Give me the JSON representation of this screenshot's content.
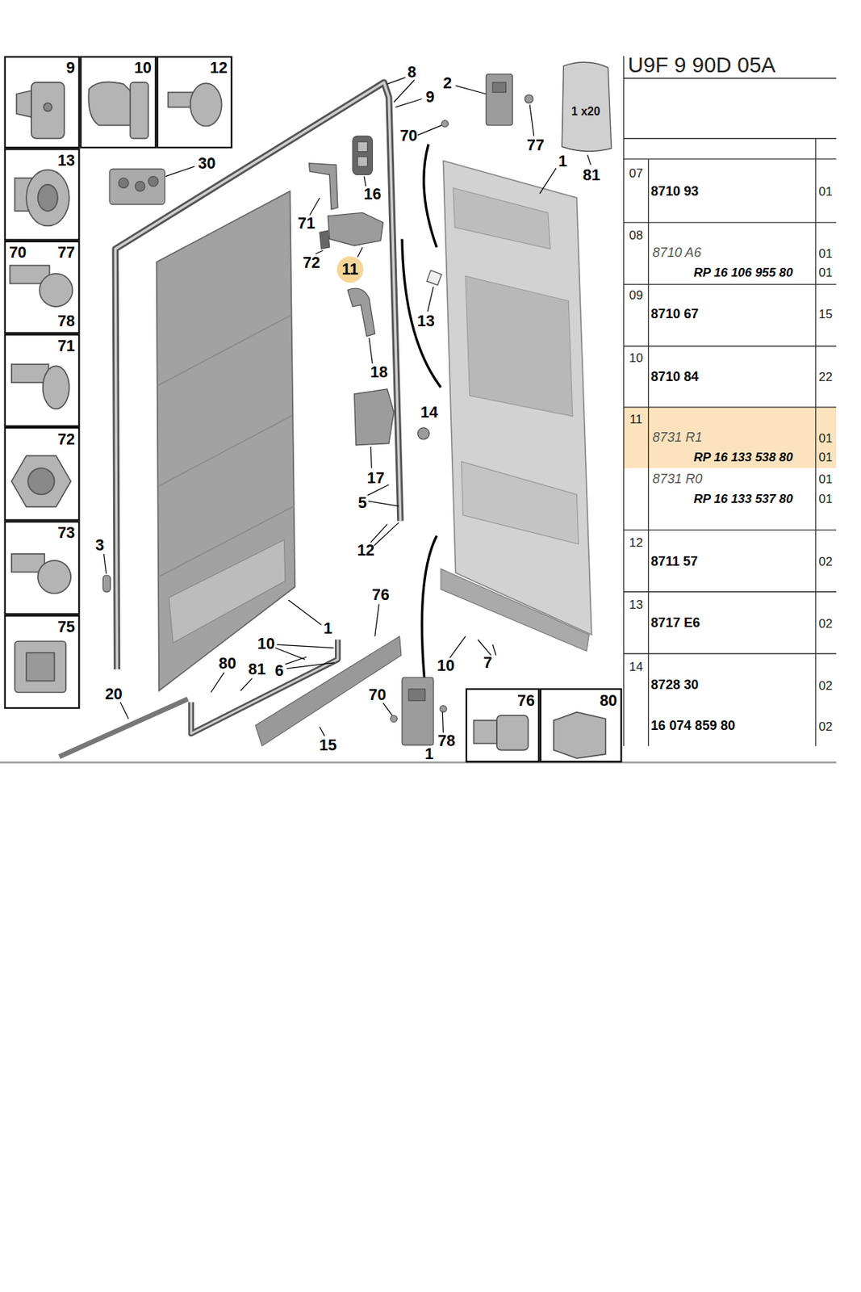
{
  "diagram": {
    "title": "U9F 9 90D 05A",
    "nodes": [
      {
        "text": [
          "9"
        ]
      },
      {
        "text": [
          "10"
        ]
      },
      {
        "text": [
          "12"
        ]
      },
      {
        "text": [
          "13"
        ]
      },
      {
        "text": [
          "70",
          "77",
          "78"
        ]
      },
      {
        "text": [
          "71"
        ]
      },
      {
        "text": [
          "72"
        ]
      },
      {
        "text": [
          "73"
        ]
      },
      {
        "text": [
          "75"
        ]
      },
      {
        "text": [
          "76"
        ]
      },
      {
        "text": [
          "80"
        ]
      }
    ],
    "labels": [
      "8",
      "9",
      "2",
      "70",
      "77",
      "1",
      "81",
      "1 x20",
      "30",
      "16",
      "71",
      "72",
      "11",
      "13",
      "18",
      "14",
      "17",
      "5",
      "12",
      "3",
      "76",
      "1",
      "10",
      "6",
      "80",
      "81",
      "10",
      "7",
      "20",
      "70",
      "15",
      "78",
      "1",
      "07",
      "8710 93",
      "01",
      "08",
      "8710 A6",
      "01",
      "RP 16 106 955 80",
      "01",
      "09",
      "8710 67",
      "15",
      "10",
      "8710 84",
      "22",
      "11",
      "8731 R1",
      "01",
      "RP 16 133 538 80",
      "01",
      "8731 R0",
      "01",
      "RP 16 133 537 80",
      "01",
      "12",
      "8711 57",
      "02",
      "13",
      "8717 E6",
      "02",
      "14",
      "8728 30",
      "02",
      "16 074 859 80",
      "02"
    ]
  }
}
